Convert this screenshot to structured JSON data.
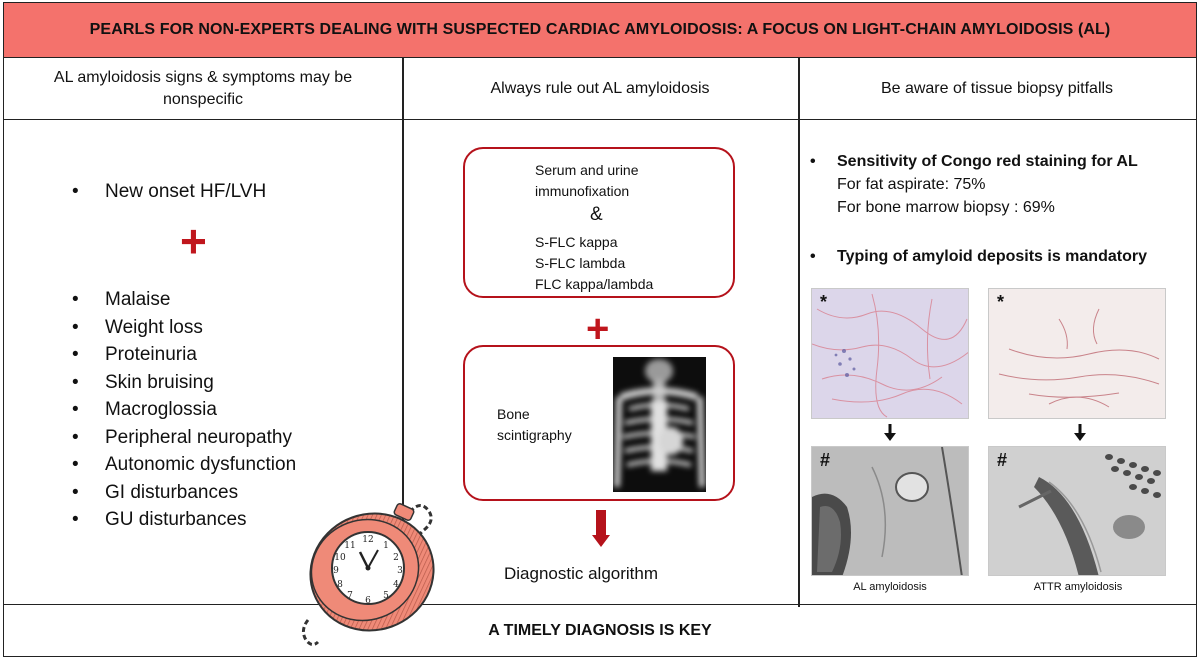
{
  "title": "PEARLS FOR NON-EXPERTS DEALING WITH SUSPECTED CARDIAC AMYLOIDOSIS: A FOCUS ON LIGHT-CHAIN AMYLOIDOSIS (AL)",
  "columns": {
    "left": {
      "heading": "AL amyloidosis signs & symptoms may be nonspecific",
      "primary_sign": "New onset HF/LVH",
      "plus": "+",
      "symptoms": [
        "Malaise",
        "Weight loss",
        "Proteinuria",
        "Skin bruising",
        "Macroglossia",
        "Peripheral neuropathy",
        "Autonomic dysfunction",
        "GI disturbances",
        "GU disturbances"
      ]
    },
    "middle": {
      "heading": "Always rule out AL amyloidosis",
      "lab_tests": {
        "line1": "Serum and urine",
        "line2": "immunofixation",
        "ampersand": "&",
        "flc": [
          "S-FLC kappa",
          "S-FLC lambda",
          "FLC kappa/lambda"
        ]
      },
      "plus": "+",
      "imaging": {
        "line1": "Bone",
        "line2": "scintigraphy"
      },
      "result": "Diagnostic algorithm"
    },
    "right": {
      "heading": "Be aware of tissue biopsy pitfalls",
      "sensitivity_title": "Sensitivity of Congo red staining for AL",
      "sensitivity_lines": [
        "For fat aspirate: 75%",
        "For bone marrow biopsy : 69%"
      ],
      "typing_title": "Typing of amyloid deposits is mandatory",
      "marker_light": "*",
      "marker_em": "#",
      "caption_al": "AL amyloidosis",
      "caption_attr": "ATTR amyloidosis"
    }
  },
  "footer": "A TIMELY DIAGNOSIS IS KEY",
  "colors": {
    "title_bg": "#f4726c",
    "accent_red": "#b5121b",
    "watch_salmon": "#ef8a78"
  }
}
